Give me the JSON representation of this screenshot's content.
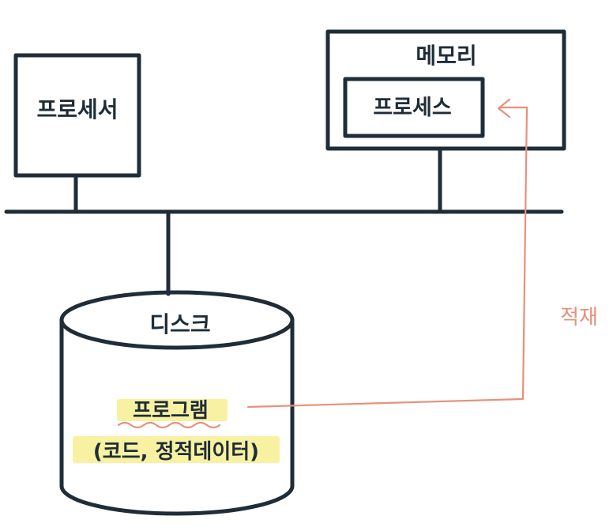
{
  "diagram": {
    "processor": {
      "label": "프로세서"
    },
    "memory": {
      "label": "메모리",
      "process": {
        "label": "프로세스"
      }
    },
    "disk": {
      "label": "디스크",
      "program": {
        "label": "프로그램",
        "detail": "(코드, 정적데이터)"
      }
    },
    "load_arrow": {
      "label": "적재"
    },
    "colors": {
      "ink": "#1f2d38",
      "arrow": "#e8907c",
      "highlight": "#f8f1a2"
    }
  }
}
